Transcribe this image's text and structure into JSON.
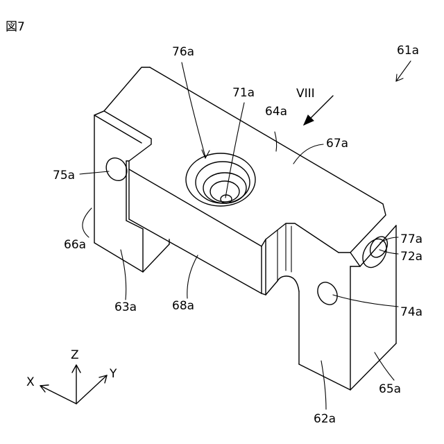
{
  "figure": {
    "title": "図7"
  },
  "labels": {
    "l61a": "61a",
    "l76a": "76a",
    "l71a": "71a",
    "lVIII": "VIII",
    "l64a": "64a",
    "l67a": "67a",
    "l75a": "75a",
    "l66a": "66a",
    "l77a": "77a",
    "l72a": "72a",
    "l74a": "74a",
    "l63a": "63a",
    "l68a": "68a",
    "l62a": "62a",
    "l65a": "65a"
  },
  "axes": {
    "x": "X",
    "y": "Y",
    "z": "Z"
  }
}
